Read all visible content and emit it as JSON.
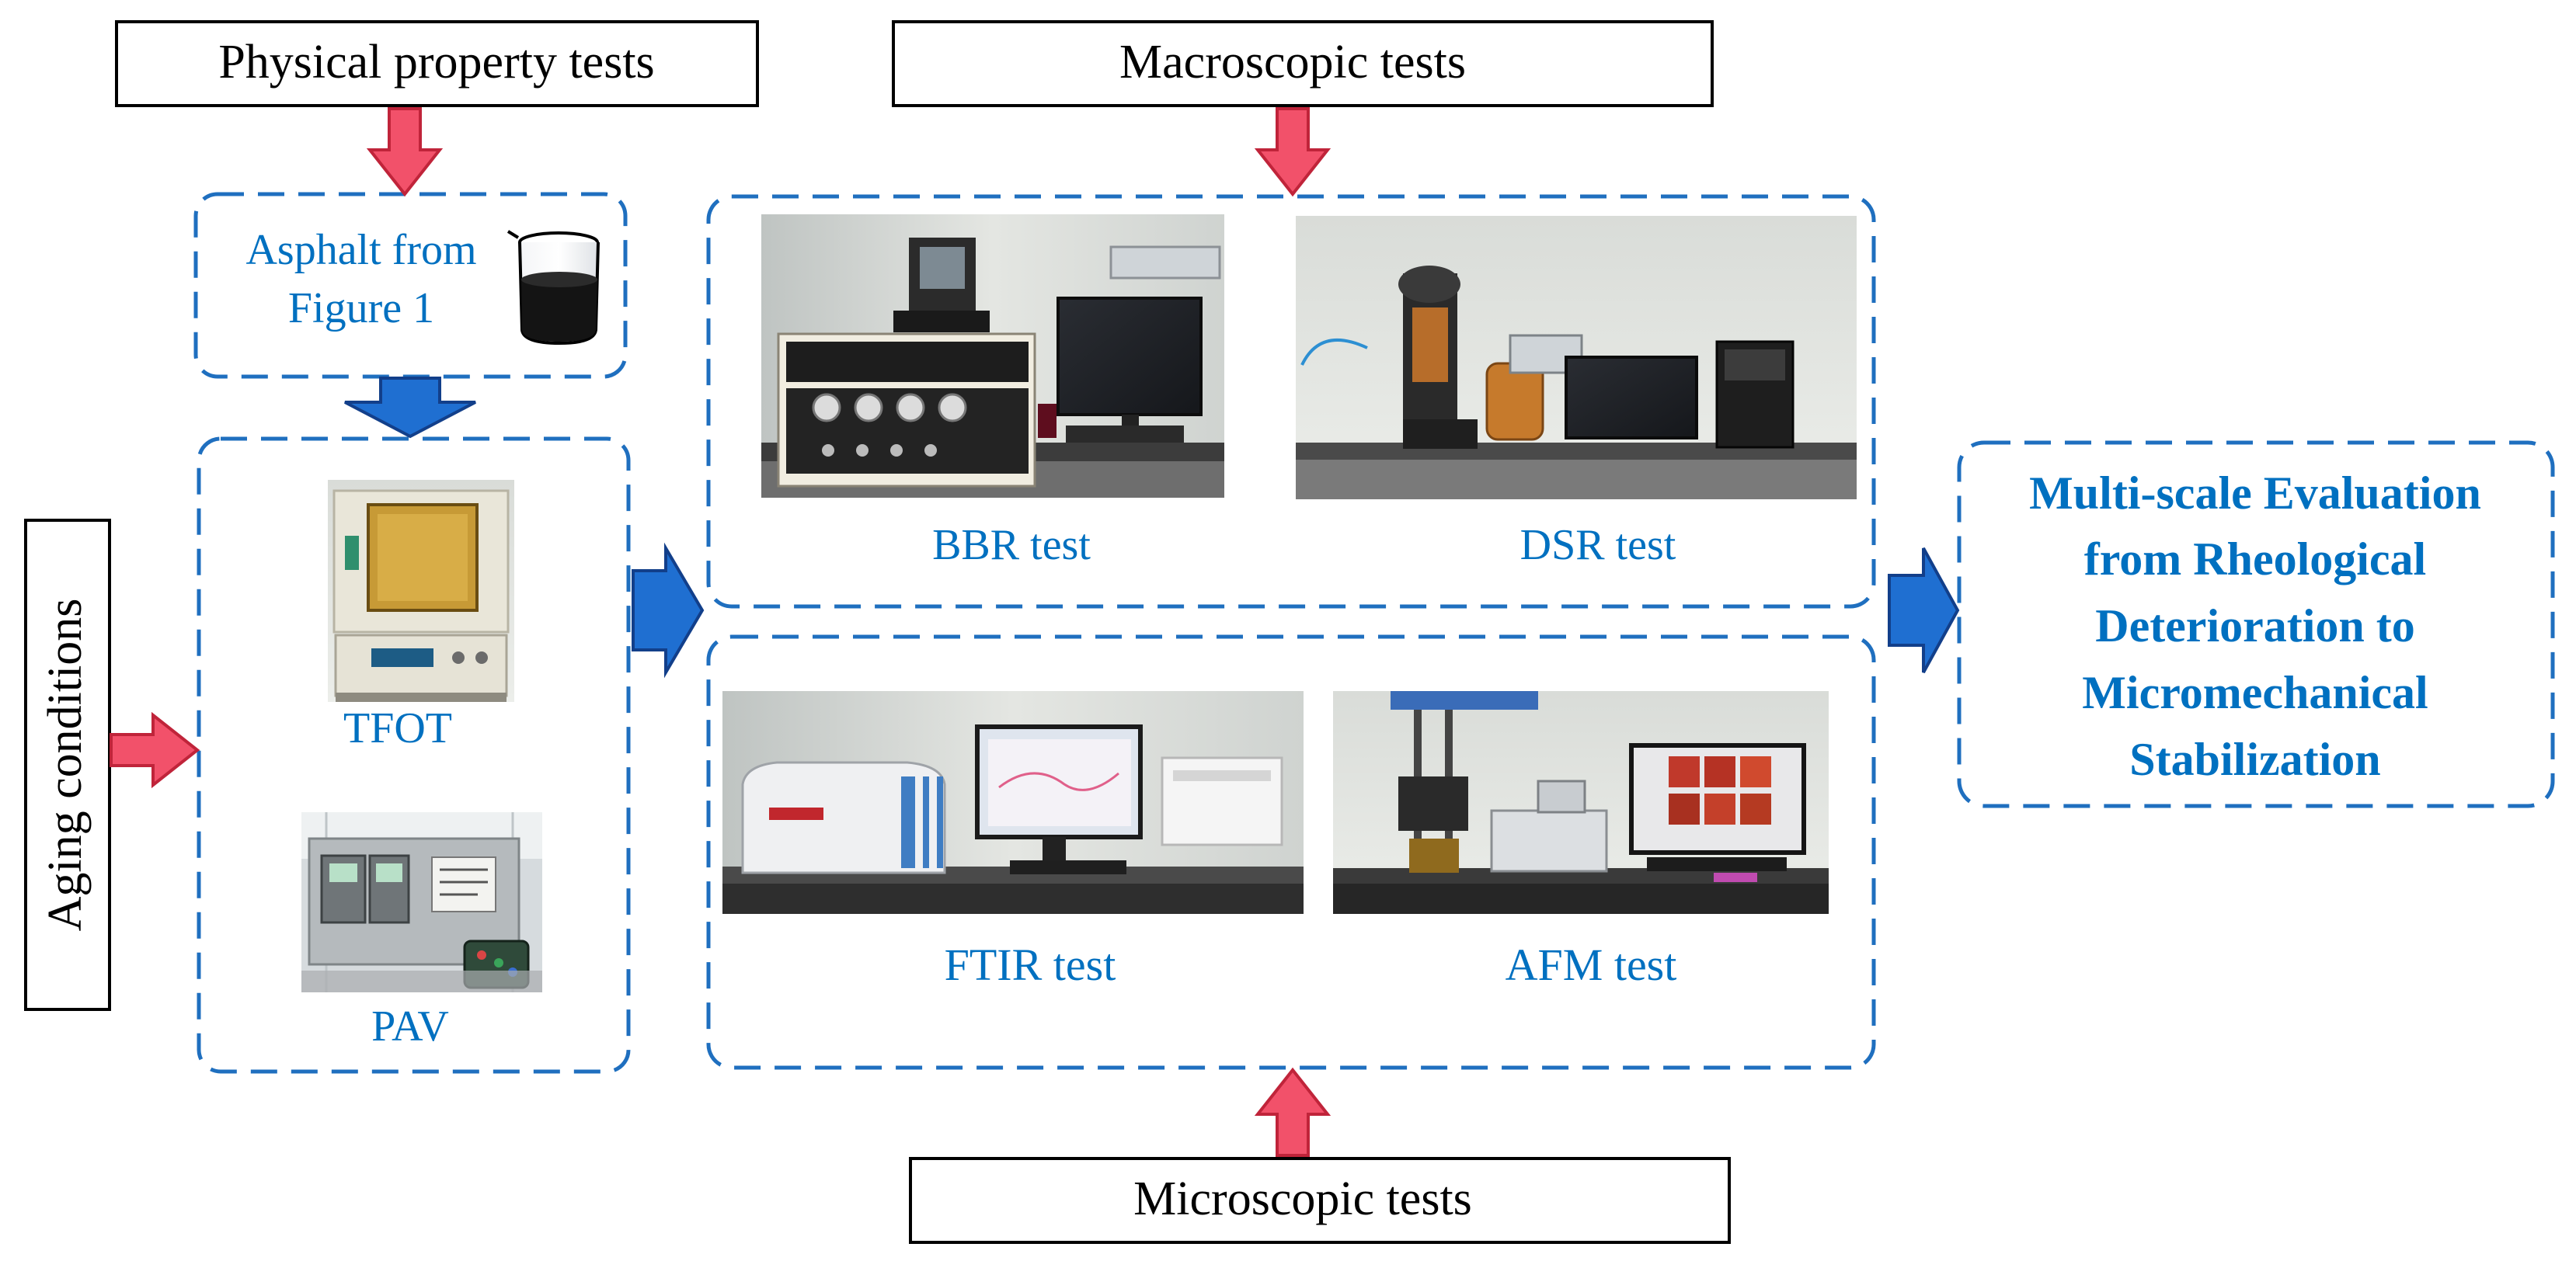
{
  "headers": {
    "physical": "Physical property tests",
    "macroscopic": "Macroscopic tests",
    "microscopic": "Microscopic tests"
  },
  "aging_label": "Aging conditions",
  "asphalt": {
    "line1": "Asphalt from",
    "line2": "Figure 1"
  },
  "aging_methods": {
    "tfot": "TFOT",
    "pav": "PAV"
  },
  "macro_tests": {
    "bbr": "BBR test",
    "dsr": "DSR test"
  },
  "micro_tests": {
    "ftir": "FTIR test",
    "afm": "AFM test"
  },
  "outcome": {
    "lines": [
      "Multi-scale Evaluation",
      "from Rheological",
      "Deterioration to",
      "Micromechanical",
      "Stabilization"
    ]
  },
  "colors": {
    "text_blue": "#0070C0",
    "dash_border": "#1F6FBF",
    "red_arrow_fill": "#F2516A",
    "red_arrow_stroke": "#C0243A",
    "blue_arrow_fill": "#1F6FD1",
    "blue_arrow_stroke": "#123F8A"
  },
  "icons": {
    "asphalt": "beaker-with-asphalt-icon",
    "photos": [
      "tfot-oven-photo",
      "pav-vessel-photo",
      "bbr-rheometer-photo",
      "dsr-rheometer-photo",
      "ftir-spectrometer-photo",
      "afm-microscope-photo"
    ]
  }
}
